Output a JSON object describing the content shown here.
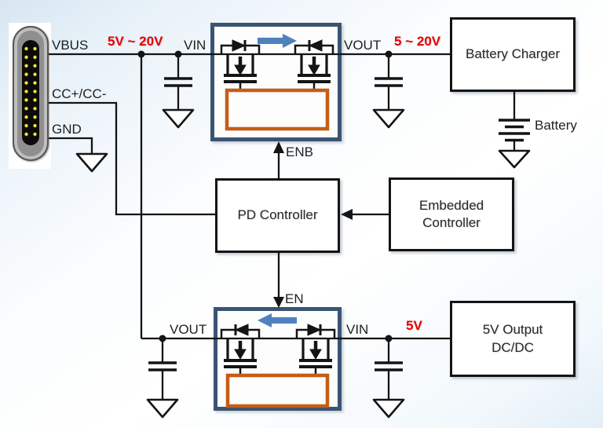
{
  "labels": {
    "vbus": "VBUS",
    "cc": "CC+/CC-",
    "gnd": "GND",
    "vin_top": "VIN",
    "vout_top": "VOUT",
    "vout_bottom": "VOUT",
    "vin_bottom": "VIN",
    "enb": "ENB",
    "en": "EN",
    "battery": "Battery"
  },
  "voltages": {
    "input_range": "5V ~ 20V",
    "output_range": "5 ~ 20V",
    "dcdc_out": "5V"
  },
  "blocks": {
    "battery_charger": "Battery Charger",
    "pd_controller": "PD Controller",
    "embedded_line1": "Embedded",
    "embedded_line2": "Controller",
    "dcdc_line1": "5V Output",
    "dcdc_line2": "DC/DC"
  },
  "colors": {
    "voltage_text": "#e60000",
    "switch_border": "#3a5472",
    "switch_inner_block": "#c55d15",
    "flow_arrow": "#4f81bd",
    "wire": "#141414",
    "usb_pin": "#ffe93e"
  }
}
